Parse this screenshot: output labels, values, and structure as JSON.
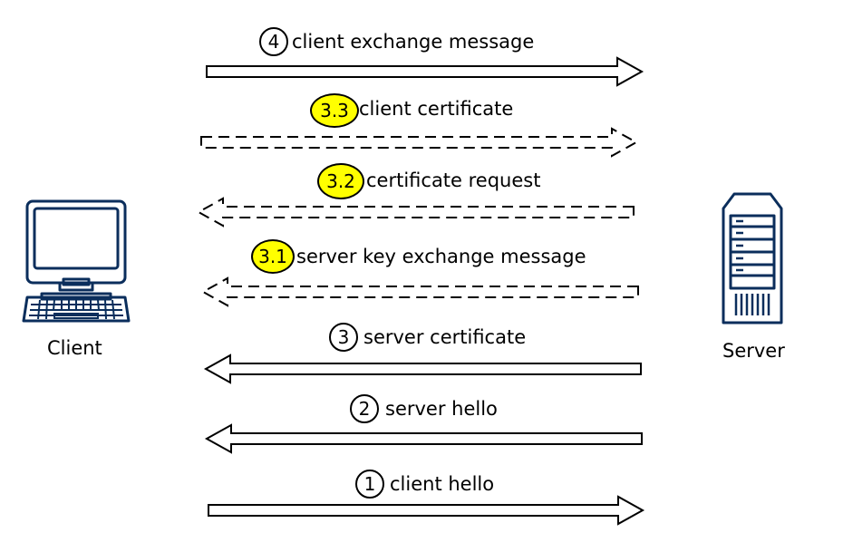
{
  "colors": {
    "icon": "#0b2e5c",
    "highlight": "#ffff00",
    "stroke": "#000000",
    "background": "#ffffff"
  },
  "client": {
    "label": "Client",
    "icon": "desktop-computer-icon"
  },
  "server": {
    "label": "Server",
    "icon": "server-tower-icon"
  },
  "messages": [
    {
      "step": "4",
      "text": "client exchange message",
      "direction": "to-server",
      "style": "solid",
      "highlight": false
    },
    {
      "step": "3.3",
      "text": "client certificate",
      "direction": "to-server",
      "style": "dashed",
      "highlight": true
    },
    {
      "step": "3.2",
      "text": "certificate request",
      "direction": "to-client",
      "style": "dashed",
      "highlight": true
    },
    {
      "step": "3.1",
      "text": "server key exchange message",
      "direction": "to-client",
      "style": "dashed",
      "highlight": true
    },
    {
      "step": "3",
      "text": "server certificate",
      "direction": "to-client",
      "style": "solid",
      "highlight": false
    },
    {
      "step": "2",
      "text": "server hello",
      "direction": "to-client",
      "style": "solid",
      "highlight": false
    },
    {
      "step": "1",
      "text": "client hello",
      "direction": "to-server",
      "style": "solid",
      "highlight": false
    }
  ]
}
